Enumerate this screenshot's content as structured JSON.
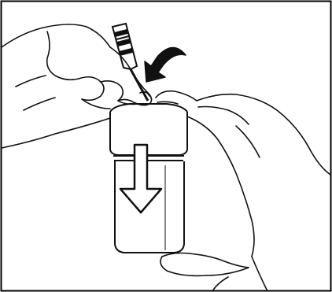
{
  "figure": {
    "description_visible_text": "",
    "colors": {
      "ink": "#111111",
      "paper": "#ffffff",
      "frame": "#000000",
      "arrow_fill": "#111111"
    },
    "elements": {
      "left_hand": "hand",
      "right_hand": "hand",
      "tool": "screwdriver-tool",
      "rotate_arrow": "curved-arrow-icon",
      "down_arrow": "down-arrow-icon",
      "bottle": "bottle-container"
    }
  }
}
